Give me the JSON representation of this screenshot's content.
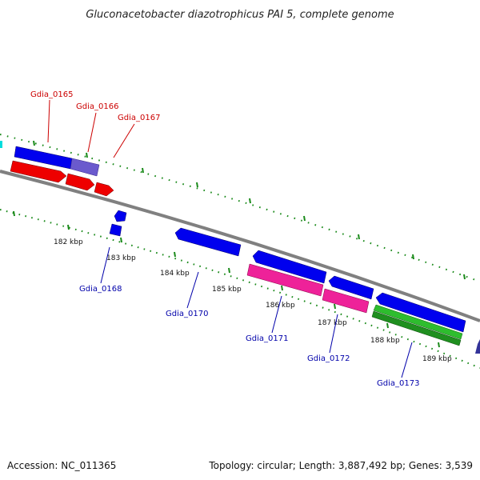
{
  "title": "Gluconacetobacter diazotrophicus PAI 5, complete genome",
  "footer": {
    "accession": "Accession: NC_011365",
    "summary": "Topology: circular; Length: 3,887,492 bp; Genes: 3,539"
  },
  "colors": {
    "backbone": "#808080",
    "gc_skew": "#1a8a1a",
    "cds_forward": "#0000ee",
    "cds_forward_light": "#6a5acd",
    "cds_reverse": "#ee0000",
    "pseudo": "#ee2299",
    "rna": "#2ebd2e",
    "label_top": "#cc0000",
    "label_bottom": "#0000aa"
  },
  "scale": {
    "ticks": [
      {
        "label": "182 kbp"
      },
      {
        "label": "183 kbp"
      },
      {
        "label": "184 kbp"
      },
      {
        "label": "185 kbp"
      },
      {
        "label": "186 kbp"
      },
      {
        "label": "187 kbp"
      },
      {
        "label": "188 kbp"
      },
      {
        "label": "189 kbp"
      }
    ]
  },
  "genes_top": [
    {
      "label": "Gdia_0165"
    },
    {
      "label": "Gdia_0166"
    },
    {
      "label": "Gdia_0167"
    }
  ],
  "genes_bottom": [
    {
      "label": "Gdia_0168"
    },
    {
      "label": "Gdia_0170"
    },
    {
      "label": "Gdia_0171"
    },
    {
      "label": "Gdia_0172"
    },
    {
      "label": "Gdia_0173"
    }
  ]
}
